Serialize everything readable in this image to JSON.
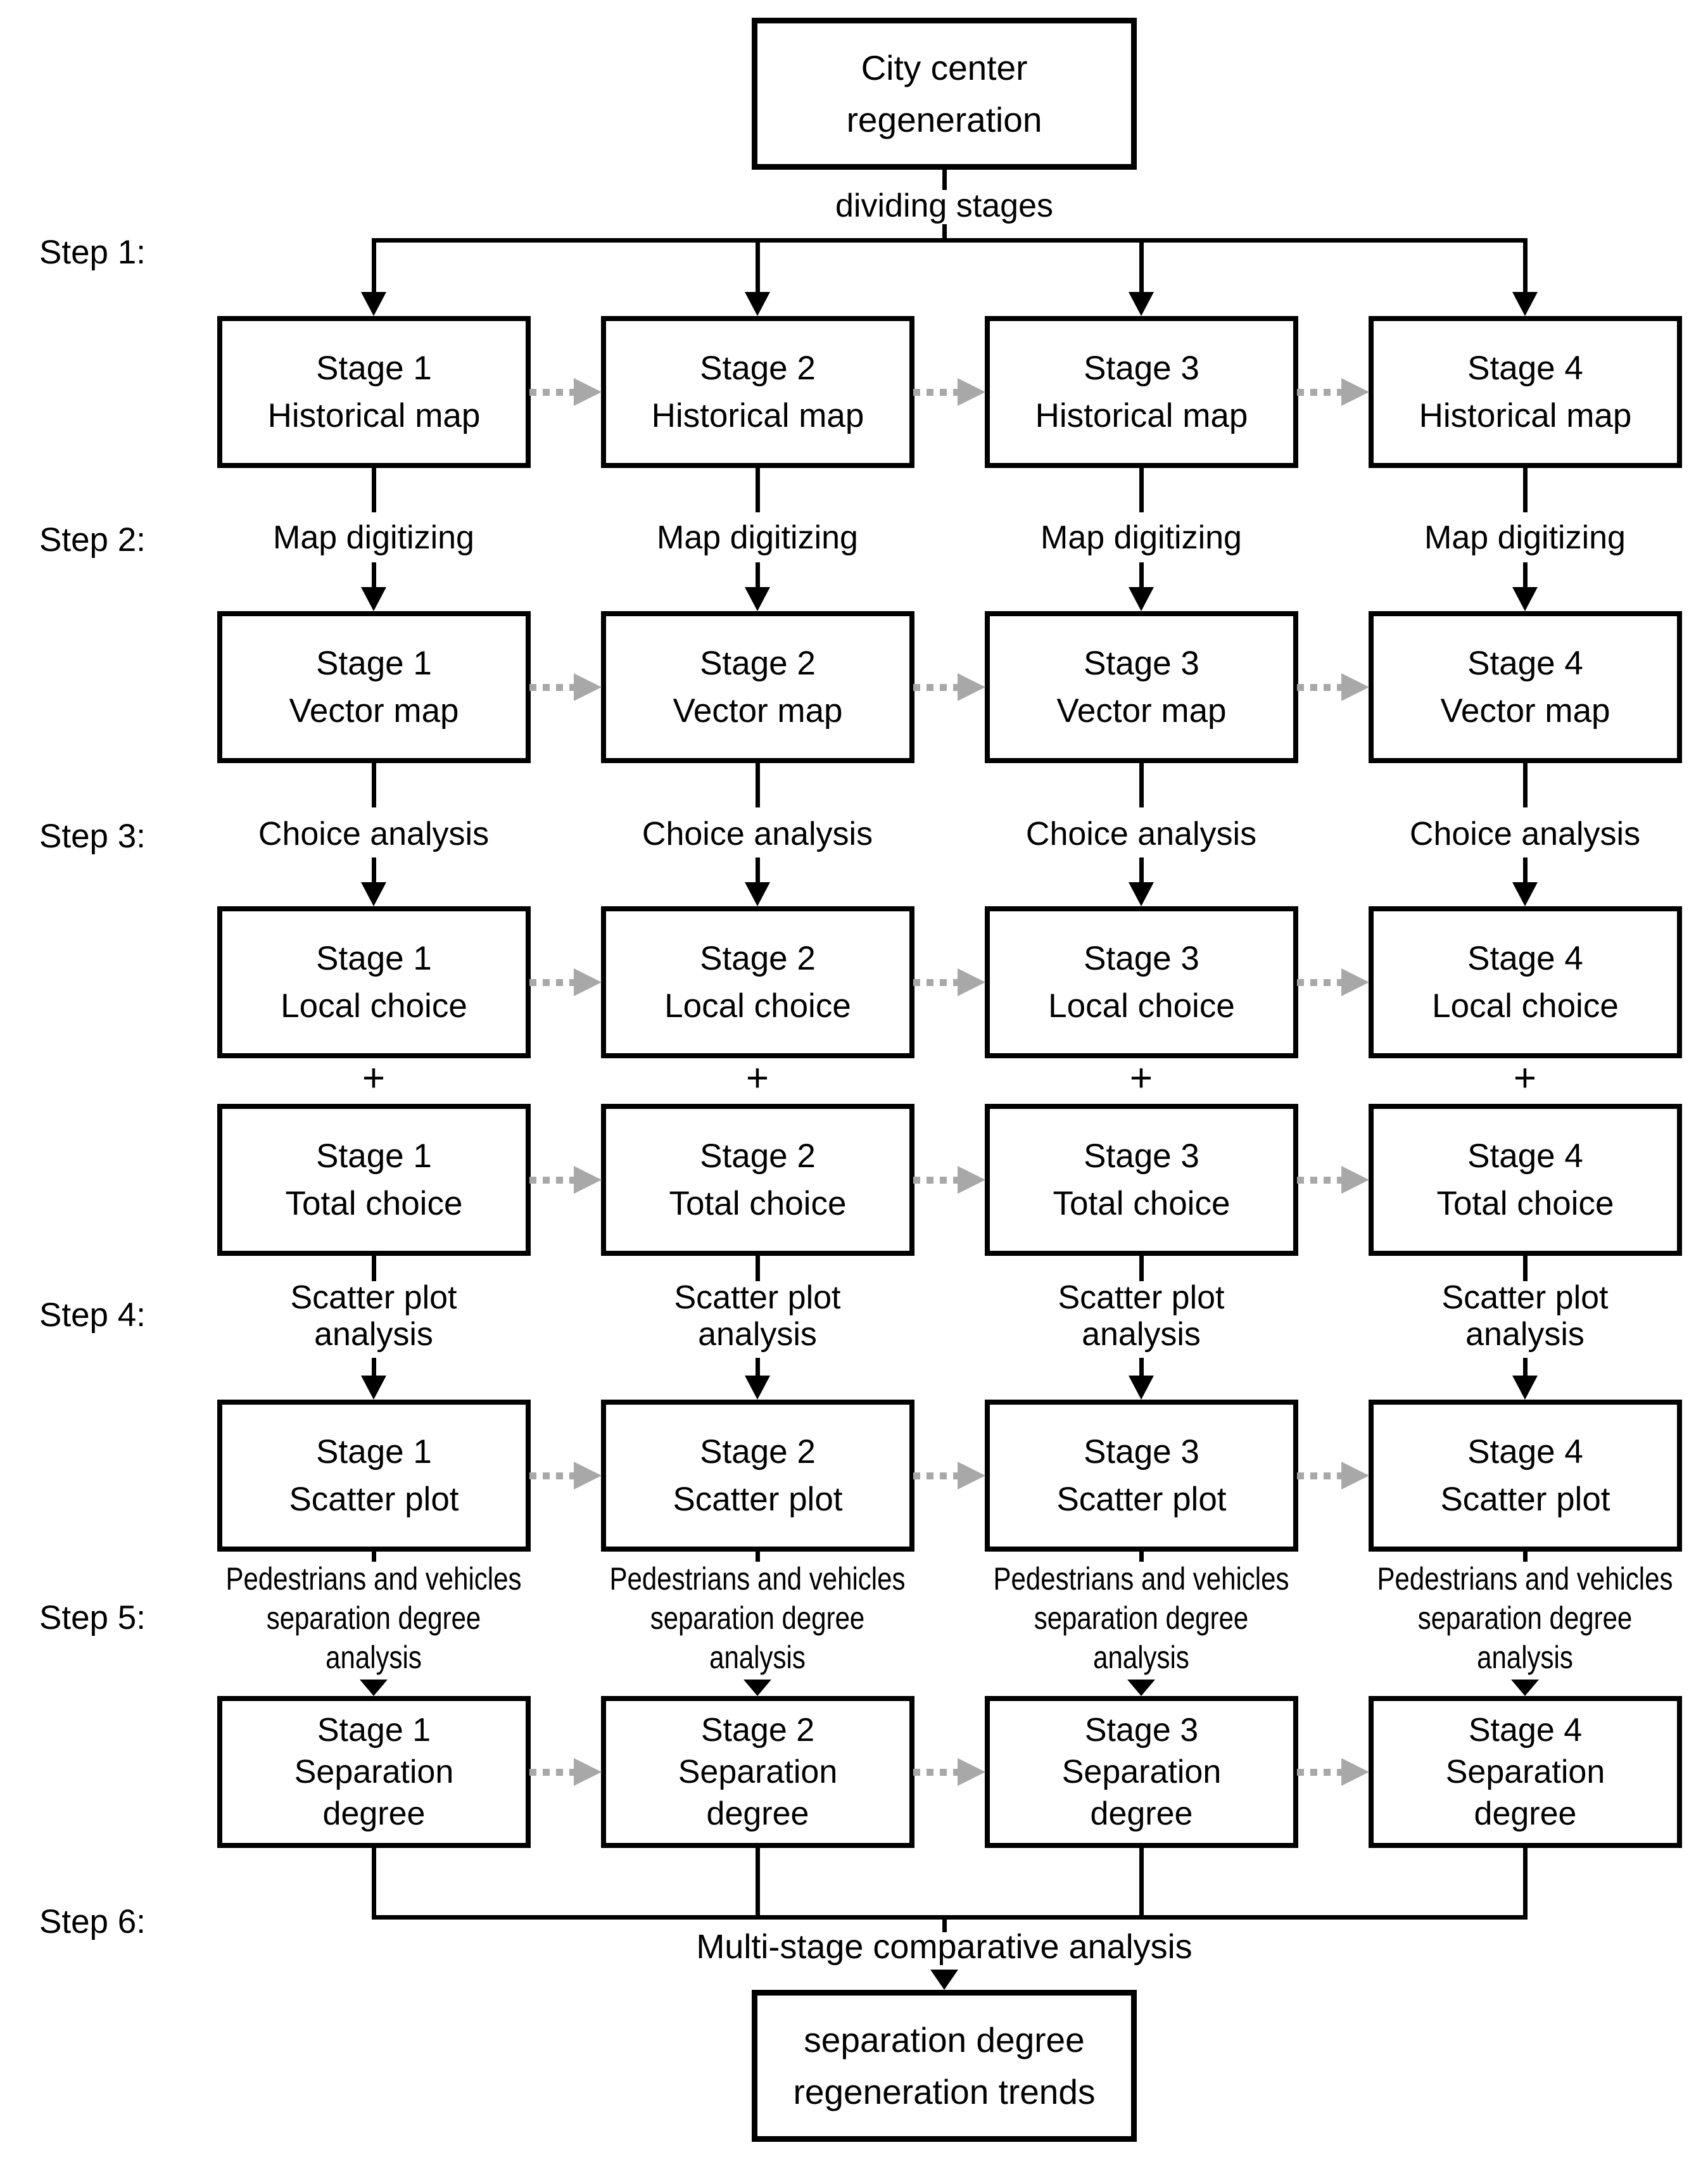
{
  "colors": {
    "stroke": "#000000",
    "dashed_arrow": "#a8a8a8",
    "background": "#ffffff",
    "text": "#000000"
  },
  "header": {
    "title_box": {
      "l1": "City center",
      "l2": "regeneration"
    },
    "dividing_label": "dividing stages"
  },
  "steps": [
    "Step 1:",
    "Step 2:",
    "Step 3:",
    "Step 4:",
    "Step 5:",
    "Step 6:"
  ],
  "columns": [
    {
      "historical": {
        "l1": "Stage 1",
        "l2": "Historical map"
      },
      "digitizing_label": "Map digitizing",
      "vector": {
        "l1": "Stage 1",
        "l2": "Vector map"
      },
      "choice_label": "Choice analysis",
      "local": {
        "l1": "Stage 1",
        "l2": "Local choice"
      },
      "plus_label": "+",
      "total": {
        "l1": "Stage 1",
        "l2": "Total choice"
      },
      "scatter_label": {
        "l1": "Scatter plot",
        "l2": "analysis"
      },
      "scatter": {
        "l1": "Stage 1",
        "l2": "Scatter plot"
      },
      "separation_label": {
        "l1": "Pedestrians and vehicles",
        "l2": "separation degree",
        "l3": "analysis"
      },
      "separation": {
        "l1": "Stage 1",
        "l2": "Separation",
        "l3": "degree"
      }
    },
    {
      "historical": {
        "l1": "Stage 2",
        "l2": "Historical map"
      },
      "digitizing_label": "Map digitizing",
      "vector": {
        "l1": "Stage 2",
        "l2": "Vector map"
      },
      "choice_label": "Choice analysis",
      "local": {
        "l1": "Stage 2",
        "l2": "Local choice"
      },
      "plus_label": "+",
      "total": {
        "l1": "Stage 2",
        "l2": "Total choice"
      },
      "scatter_label": {
        "l1": "Scatter plot",
        "l2": "analysis"
      },
      "scatter": {
        "l1": "Stage 2",
        "l2": "Scatter plot"
      },
      "separation_label": {
        "l1": "Pedestrians and vehicles",
        "l2": "separation degree",
        "l3": "analysis"
      },
      "separation": {
        "l1": "Stage 2",
        "l2": "Separation",
        "l3": "degree"
      }
    },
    {
      "historical": {
        "l1": "Stage 3",
        "l2": "Historical map"
      },
      "digitizing_label": "Map digitizing",
      "vector": {
        "l1": "Stage 3",
        "l2": "Vector map"
      },
      "choice_label": "Choice analysis",
      "local": {
        "l1": "Stage 3",
        "l2": "Local choice"
      },
      "plus_label": "+",
      "total": {
        "l1": "Stage 3",
        "l2": "Total choice"
      },
      "scatter_label": {
        "l1": "Scatter plot",
        "l2": "analysis"
      },
      "scatter": {
        "l1": "Stage 3",
        "l2": "Scatter plot"
      },
      "separation_label": {
        "l1": "Pedestrians and vehicles",
        "l2": "separation degree",
        "l3": "analysis"
      },
      "separation": {
        "l1": "Stage 3",
        "l2": "Separation",
        "l3": "degree"
      }
    },
    {
      "historical": {
        "l1": "Stage 4",
        "l2": "Historical map"
      },
      "digitizing_label": "Map digitizing",
      "vector": {
        "l1": "Stage 4",
        "l2": "Vector map"
      },
      "choice_label": "Choice analysis",
      "local": {
        "l1": "Stage 4",
        "l2": "Local choice"
      },
      "plus_label": "+",
      "total": {
        "l1": "Stage 4",
        "l2": "Total choice"
      },
      "scatter_label": {
        "l1": "Scatter plot",
        "l2": "analysis"
      },
      "scatter": {
        "l1": "Stage 4",
        "l2": "Scatter plot"
      },
      "separation_label": {
        "l1": "Pedestrians and vehicles",
        "l2": "separation degree",
        "l3": "analysis"
      },
      "separation": {
        "l1": "Stage 4",
        "l2": "Separation",
        "l3": "degree"
      }
    }
  ],
  "footer": {
    "merge_label": "Multi-stage comparative analysis",
    "result_box": {
      "l1": "separation degree",
      "l2": "regeneration trends"
    }
  }
}
